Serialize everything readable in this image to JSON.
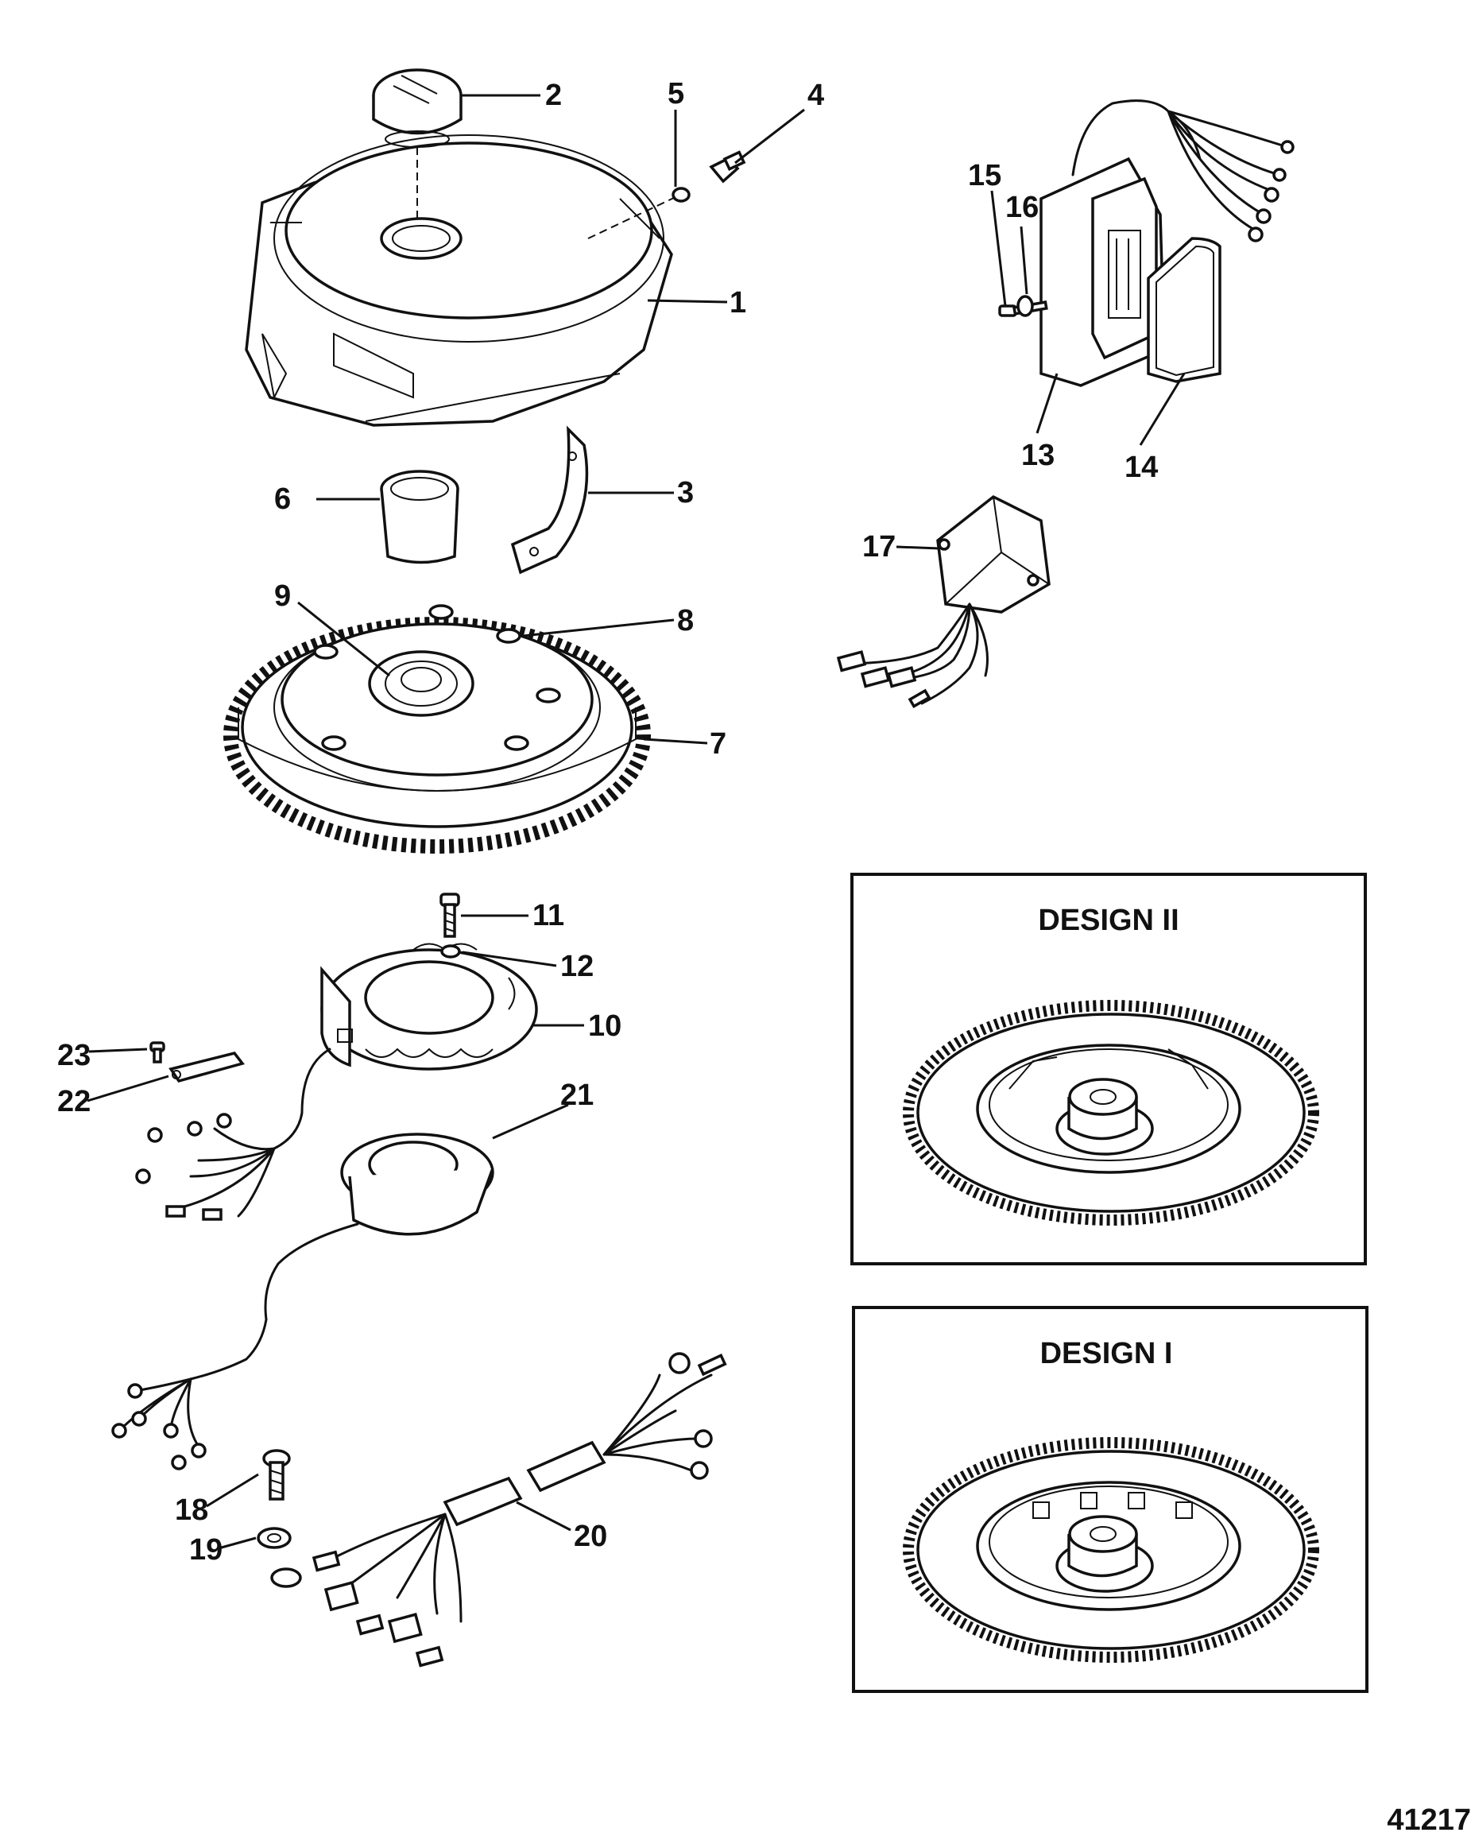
{
  "callouts": {
    "c1": "1",
    "c2": "2",
    "c3": "3",
    "c4": "4",
    "c5": "5",
    "c6": "6",
    "c7": "7",
    "c8": "8",
    "c9": "9",
    "c10": "10",
    "c11": "11",
    "c12": "12",
    "c13": "13",
    "c14": "14",
    "c15": "15",
    "c16": "16",
    "c17": "17",
    "c18": "18",
    "c19": "19",
    "c20": "20",
    "c21": "21",
    "c22": "22",
    "c23": "23"
  },
  "design_boxes": {
    "design2_title": "DESIGN II",
    "design1_title": "DESIGN I"
  },
  "figure_number": "41217"
}
